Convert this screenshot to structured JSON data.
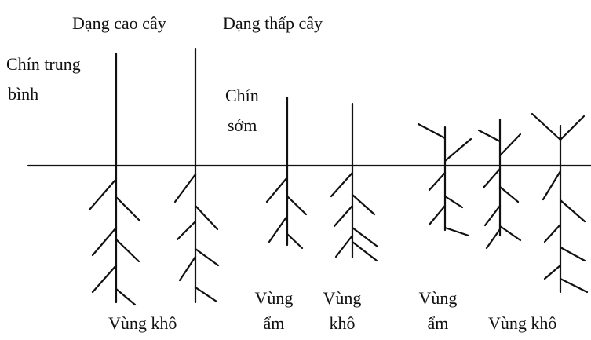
{
  "labels": {
    "tall_form": "Dạng cao cây",
    "short_form": "Dạng thấp cây",
    "medium_maturity_1": "Chín trung",
    "medium_maturity_2": "bình",
    "early_maturity_1": "Chín",
    "early_maturity_2": "sớm",
    "dry_zone_a": "Vùng khô",
    "wet_zone_1a": "Vùng",
    "wet_zone_1b": "ẩm",
    "dry_zone_1a": "Vùng",
    "dry_zone_1b": "khô",
    "wet_zone_2a": "Vùng",
    "wet_zone_2b": "ẩm",
    "dry_zone_b": "Vùng khô"
  },
  "colors": {
    "ink": "#111111",
    "background": "#ffffff"
  }
}
